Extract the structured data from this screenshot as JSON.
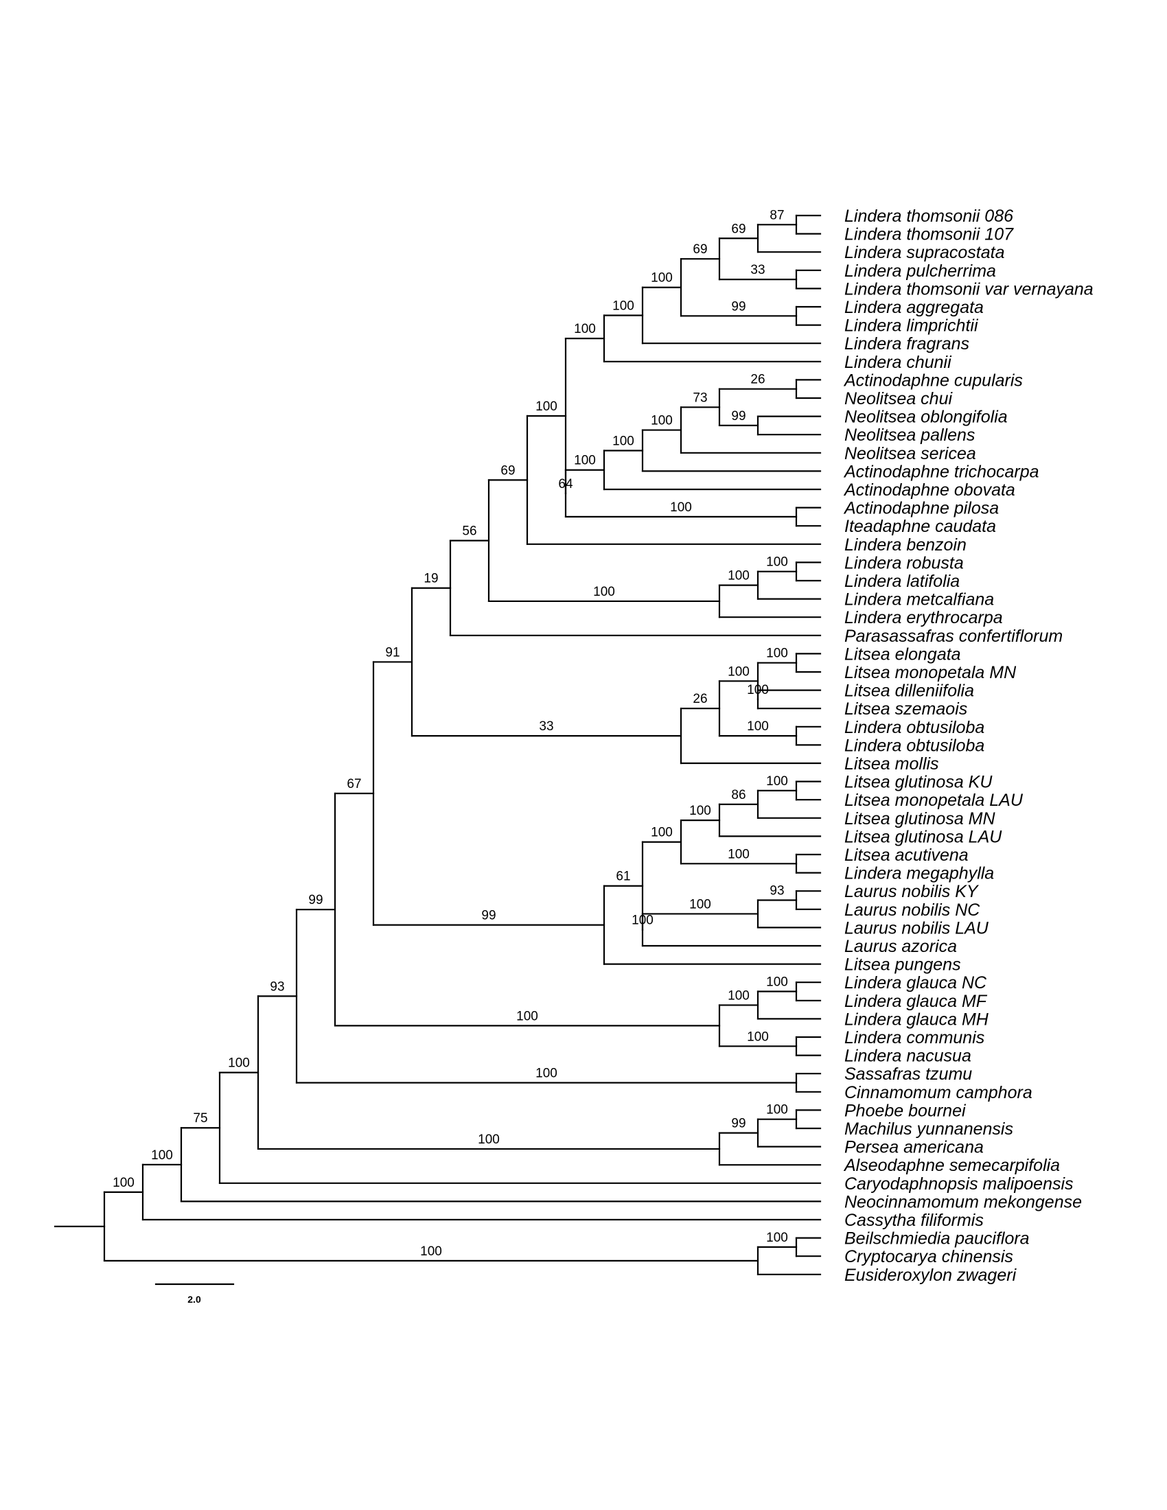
{
  "tree": {
    "leaves": [
      "Lindera thomsonii 086",
      "Lindera thomsonii 107",
      "Lindera supracostata",
      "Lindera pulcherrima",
      "Lindera thomsonii var vernayana",
      "Lindera aggregata",
      "Lindera limprichtii",
      "Lindera fragrans",
      "Lindera chunii",
      "Actinodaphne cupularis",
      "Neolitsea chui",
      "Neolitsea oblongifolia",
      "Neolitsea pallens",
      "Neolitsea sericea",
      "Actinodaphne trichocarpa",
      "Actinodaphne obovata",
      "Actinodaphne pilosa",
      "Iteadaphne caudata",
      "Lindera benzoin",
      "Lindera robusta",
      "Lindera latifolia",
      "Lindera metcalfiana",
      "Lindera erythrocarpa",
      "Parasassafras confertiflorum",
      "Litsea elongata",
      "Litsea monopetala MN",
      "Litsea dilleniifolia",
      "Litsea szemaois",
      "Lindera obtusiloba",
      "Lindera obtusiloba",
      "Litsea mollis",
      "Litsea glutinosa KU",
      "Litsea monopetala LAU",
      "Litsea glutinosa MN",
      "Litsea glutinosa LAU",
      "Litsea acutivena",
      "Lindera megaphylla",
      "Laurus nobilis KY",
      "Laurus nobilis NC",
      "Laurus nobilis LAU",
      "Laurus azorica",
      "Litsea pungens",
      "Lindera glauca NC",
      "Lindera glauca MF",
      "Lindera glauca MH",
      "Lindera communis",
      "Lindera nacusua",
      "Sassafras tzumu",
      "Cinnamomum camphora",
      "Phoebe bournei",
      "Machilus yunnanensis",
      "Persea americana",
      "Alseodaphne semecarpifolia",
      "Caryodaphnopsis malipoensis",
      "Neocinnamomum mekongense",
      "Cassytha filiformis",
      "Beilschmiedia pauciflora",
      "Cryptocarya chinensis",
      "Eusideroxylon zwageri"
    ],
    "nodes": [
      {
        "id": "n1",
        "children": [
          0,
          1
        ],
        "support": "87"
      },
      {
        "id": "n2",
        "children": [
          "n1",
          2
        ],
        "support": "69"
      },
      {
        "id": "n3",
        "children": [
          3,
          4
        ],
        "support": "33"
      },
      {
        "id": "n4",
        "children": [
          "n2",
          "n3"
        ],
        "support": "69"
      },
      {
        "id": "n5",
        "children": [
          5,
          6
        ],
        "support": "99"
      },
      {
        "id": "n6",
        "children": [
          "n4",
          "n5"
        ],
        "support": "100"
      },
      {
        "id": "n7",
        "children": [
          "n6",
          7
        ],
        "support": "100"
      },
      {
        "id": "n8",
        "children": [
          "n7",
          8
        ],
        "support": "100"
      },
      {
        "id": "n9",
        "children": [
          9,
          10
        ],
        "support": "26"
      },
      {
        "id": "n10",
        "children": [
          11,
          12
        ],
        "support": "99"
      },
      {
        "id": "n11",
        "children": [
          "n9",
          "n10"
        ],
        "support": "73"
      },
      {
        "id": "n12",
        "children": [
          "n11",
          13
        ],
        "support": "100"
      },
      {
        "id": "n13",
        "children": [
          "n12",
          14
        ],
        "support": "100"
      },
      {
        "id": "n14",
        "children": [
          "n13",
          15
        ],
        "support": "100"
      },
      {
        "id": "n15",
        "children": [
          16,
          17
        ],
        "support": "100"
      },
      {
        "id": "n16",
        "children": [
          "n14",
          "n15"
        ],
        "support": "64"
      },
      {
        "id": "n17",
        "children": [
          "n8",
          "n16"
        ],
        "support": "100"
      },
      {
        "id": "n18",
        "children": [
          "n17",
          18
        ],
        "support": "69"
      },
      {
        "id": "n19",
        "children": [
          19,
          20
        ],
        "support": "100"
      },
      {
        "id": "n20",
        "children": [
          "n19",
          21
        ],
        "support": "100"
      },
      {
        "id": "n21",
        "children": [
          "n20",
          22
        ],
        "support": "100"
      },
      {
        "id": "n22",
        "children": [
          "n18",
          "n21"
        ],
        "support": "56"
      },
      {
        "id": "n23",
        "children": [
          "n22",
          23
        ],
        "support": "19"
      },
      {
        "id": "n24",
        "children": [
          24,
          25
        ],
        "support": "100"
      },
      {
        "id": "n25",
        "children": [
          26,
          27
        ],
        "support": "100"
      },
      {
        "id": "n26",
        "children": [
          "n24",
          "n25"
        ],
        "support": "100"
      },
      {
        "id": "n27",
        "children": [
          28,
          29
        ],
        "support": "100"
      },
      {
        "id": "n28",
        "children": [
          "n26",
          "n27"
        ],
        "support": "26"
      },
      {
        "id": "n29",
        "children": [
          "n28",
          30
        ],
        "support": "33"
      },
      {
        "id": "n30",
        "children": [
          "n23",
          "n29"
        ],
        "support": "91"
      },
      {
        "id": "n31",
        "children": [
          31,
          32
        ],
        "support": "100"
      },
      {
        "id": "n32",
        "children": [
          "n31",
          33
        ],
        "support": "86"
      },
      {
        "id": "n33",
        "children": [
          "n32",
          34
        ],
        "support": "100"
      },
      {
        "id": "n34",
        "children": [
          35,
          36
        ],
        "support": "100"
      },
      {
        "id": "n35",
        "children": [
          "n33",
          "n34"
        ],
        "support": "100"
      },
      {
        "id": "n36",
        "children": [
          37,
          38
        ],
        "support": "93"
      },
      {
        "id": "n37",
        "children": [
          "n36",
          39
        ],
        "support": "100"
      },
      {
        "id": "n38",
        "children": [
          "n37",
          40
        ],
        "support": "100"
      },
      {
        "id": "n39",
        "children": [
          "n35",
          "n38"
        ],
        "support": "61"
      },
      {
        "id": "n40",
        "children": [
          "n39",
          41
        ],
        "support": "99"
      },
      {
        "id": "n41",
        "children": [
          "n30",
          "n40"
        ],
        "support": "67"
      },
      {
        "id": "n42",
        "children": [
          42,
          43
        ],
        "support": "100"
      },
      {
        "id": "n43",
        "children": [
          "n42",
          44
        ],
        "support": "100"
      },
      {
        "id": "n44",
        "children": [
          45,
          46
        ],
        "support": "100"
      },
      {
        "id": "n45",
        "children": [
          "n43",
          "n44"
        ],
        "support": "100"
      },
      {
        "id": "n46",
        "children": [
          "n41",
          "n45"
        ],
        "support": "99"
      },
      {
        "id": "n47",
        "children": [
          47,
          48
        ],
        "support": "100"
      },
      {
        "id": "n48",
        "children": [
          "n46",
          "n47"
        ],
        "support": "93"
      },
      {
        "id": "n49",
        "children": [
          49,
          50
        ],
        "support": "100"
      },
      {
        "id": "n50",
        "children": [
          "n49",
          51
        ],
        "support": "99"
      },
      {
        "id": "n51",
        "children": [
          "n50",
          52
        ],
        "support": "100"
      },
      {
        "id": "n52",
        "children": [
          "n48",
          "n51"
        ],
        "support": "100"
      },
      {
        "id": "n53",
        "children": [
          "n52",
          53
        ],
        "support": "75"
      },
      {
        "id": "n54",
        "children": [
          "n53",
          54
        ],
        "support": "100"
      },
      {
        "id": "n55",
        "children": [
          "n54",
          55
        ],
        "support": "100"
      },
      {
        "id": "n56",
        "children": [
          56,
          57
        ],
        "support": "100"
      },
      {
        "id": "n57",
        "children": [
          "n56",
          58
        ],
        "support": "100"
      },
      {
        "id": "n58",
        "children": [
          "n55",
          "n57"
        ],
        "support": ""
      }
    ],
    "root": "n58"
  },
  "scale_bar": {
    "label": "2.0"
  }
}
